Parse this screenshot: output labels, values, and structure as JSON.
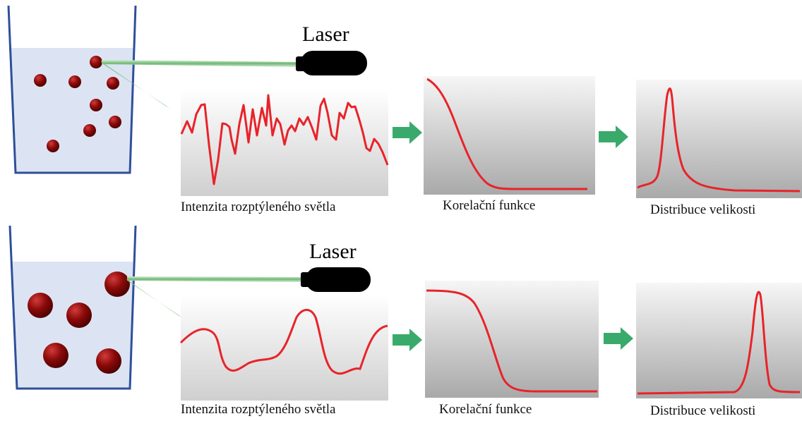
{
  "rows": [
    {
      "id": "small-particles",
      "laser_label": "Laser",
      "panel_labels": [
        "Intenzita rozptýleného světla",
        "Korelační funkce",
        "Distribuce velikosti"
      ]
    },
    {
      "id": "large-particles",
      "laser_label": "Laser",
      "panel_labels": [
        "Intenzita rozptýleného světla",
        "Korelační funkce",
        "Distribuce velikosti"
      ]
    }
  ],
  "colors": {
    "liquid": "#dce4f3",
    "cuvette": "#2f4f9a",
    "particle": "#8b0a0a",
    "beam": "#86c489",
    "curve": "#e8232a",
    "arrow": "#3aaa6c",
    "laser": "#000000"
  }
}
